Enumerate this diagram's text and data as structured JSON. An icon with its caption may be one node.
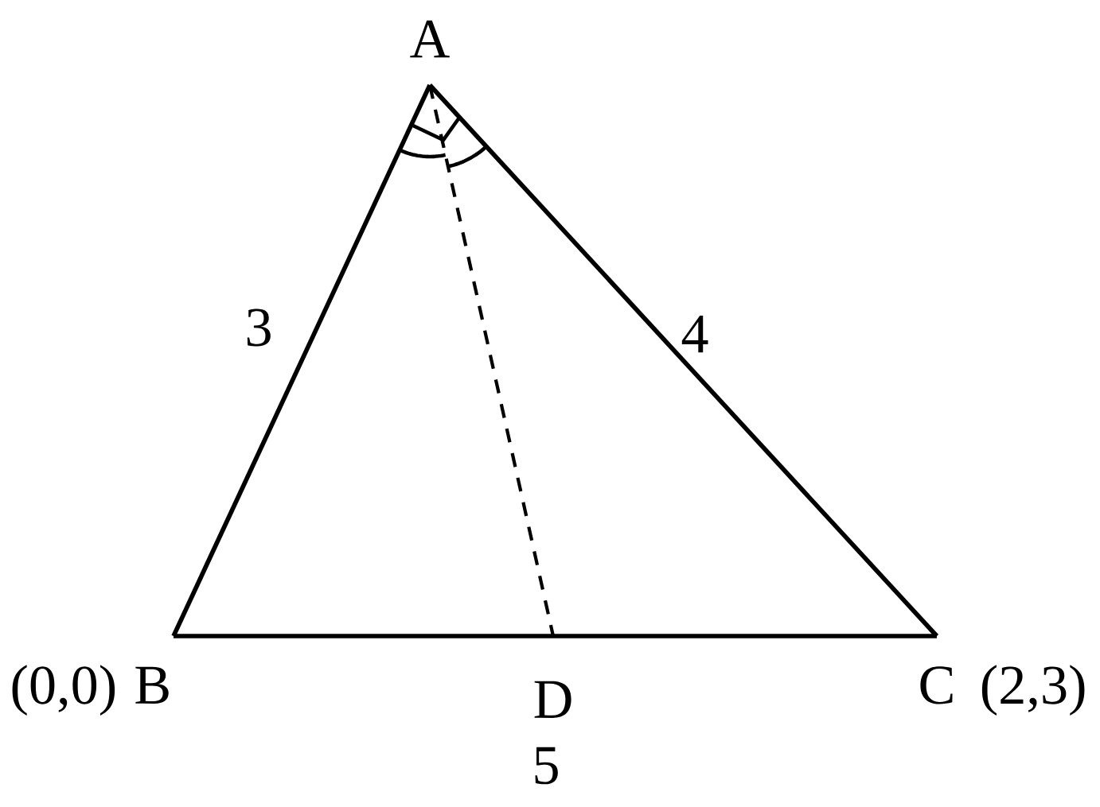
{
  "diagram": {
    "nodes": [
      {
        "text": [
          "A"
        ]
      },
      {
        "text": [
          "B"
        ],
        "beside": [
          "(0,0)"
        ]
      },
      {
        "text": [
          "C"
        ],
        "beside": [
          "(2,3)"
        ]
      },
      {
        "text": [
          "D"
        ]
      }
    ],
    "edges": [
      {
        "from": 0,
        "to": 1,
        "arrow": "none"
      },
      {
        "from": 0,
        "to": 2,
        "arrow": "none"
      },
      {
        "from": 1,
        "to": 2,
        "arrow": "none"
      },
      {
        "from": 0,
        "to": 3,
        "arrow": "none",
        "style": "dashed"
      }
    ],
    "labels": [
      "3",
      "4",
      "5"
    ]
  }
}
